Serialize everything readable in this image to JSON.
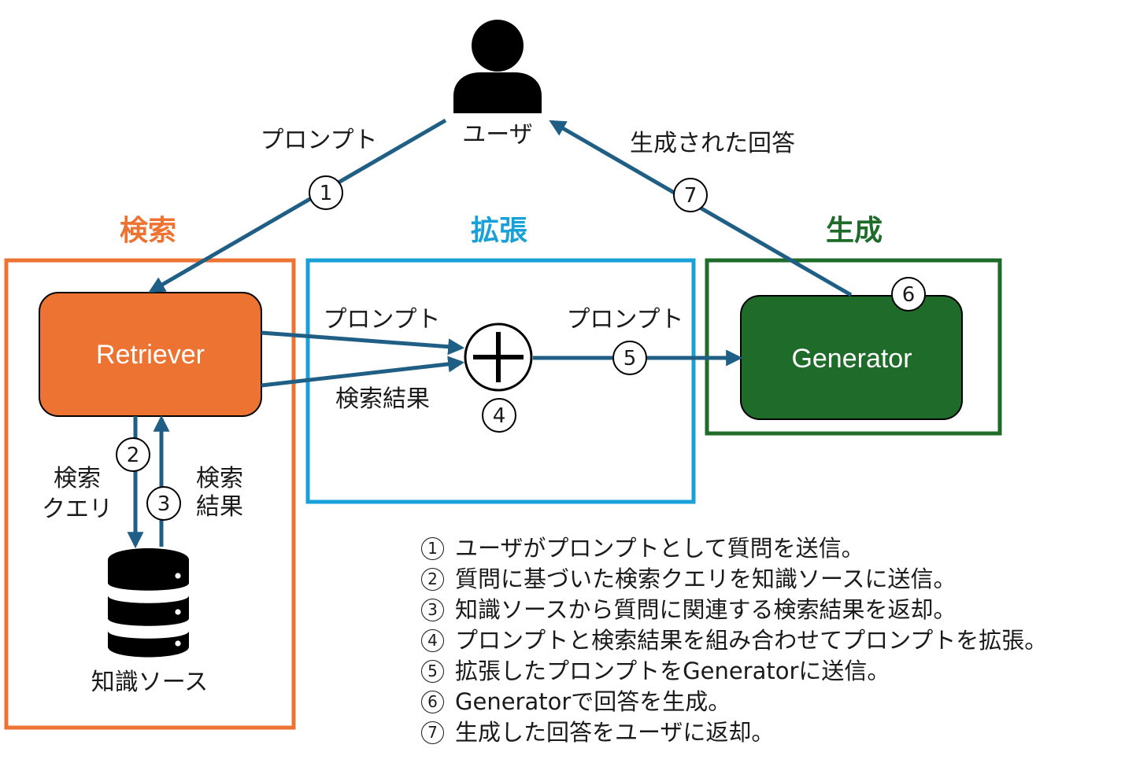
{
  "colors": {
    "arrow": "#1f5f86",
    "retrieve": "#ec7331",
    "augment": "#18a0d8",
    "generate": "#1e6b2a",
    "retriever_fill": "#ec7331",
    "generator_fill": "#1e6b2a",
    "ink": "#000000"
  },
  "user": {
    "label": "ユーザ",
    "icon": "person-icon"
  },
  "sections": {
    "retrieve": "検索",
    "augment": "拡張",
    "generate": "生成"
  },
  "nodes": {
    "retriever": "Retriever",
    "generator": "Generator",
    "knowledge_source": "知識ソース",
    "augment_icon": "plus-icon",
    "database_icon": "database-icon"
  },
  "edges": {
    "prompt_to_retriever": "プロンプト",
    "generated_answer": "生成された回答",
    "prompt_to_plus": "プロンプト",
    "search_results_to_plus": "検索結果",
    "prompt_to_generator": "プロンプト",
    "query": [
      "検索",
      "クエリ"
    ],
    "results": [
      "検索",
      "結果"
    ]
  },
  "steps": {
    "s1": "1",
    "s2": "2",
    "s3": "3",
    "s4": "4",
    "s5": "5",
    "s6": "6",
    "s7": "7"
  },
  "legend": [
    {
      "num": "1",
      "text": "ユーザがプロンプトとして質問を送信。"
    },
    {
      "num": "2",
      "text": "質問に基づいた検索クエリを知識ソースに送信。"
    },
    {
      "num": "3",
      "text": "知識ソースから質問に関連する検索結果を返却。"
    },
    {
      "num": "4",
      "text": "プロンプトと検索結果を組み合わせてプロンプトを拡張。"
    },
    {
      "num": "5",
      "text": "拡張したプロンプトをGeneratorに送信。"
    },
    {
      "num": "6",
      "text": "Generatorで回答を生成。"
    },
    {
      "num": "7",
      "text": "生成した回答をユーザに返却。"
    }
  ]
}
